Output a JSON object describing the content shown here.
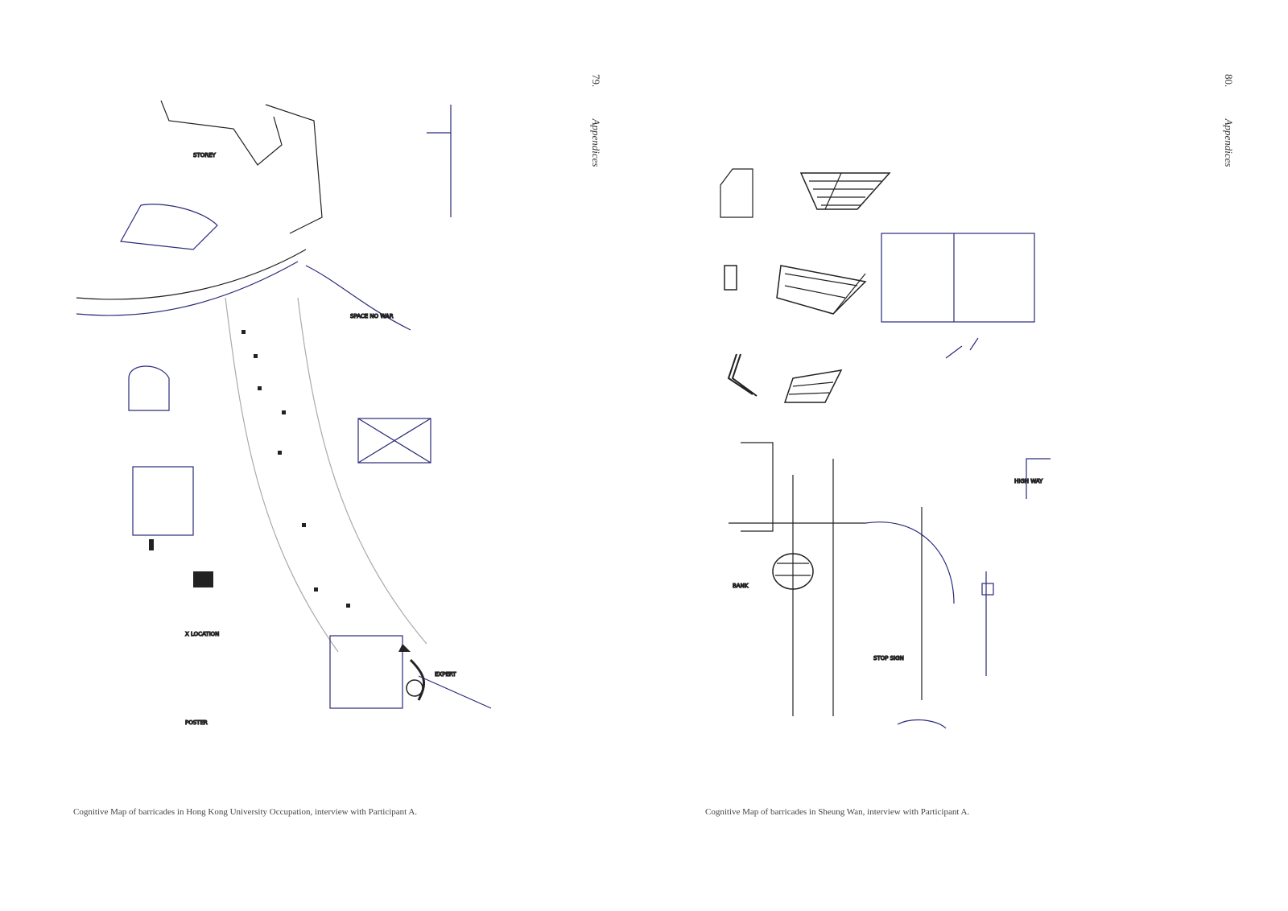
{
  "left_page": {
    "page_number": "79.",
    "section": "Appendices",
    "caption": "Cognitive Map of barricades in Hong Kong University Occupation, interview with Participant A.",
    "sketch_labels": [
      "STOREY",
      "SPACE NO WAR",
      "EXPERT",
      "POSTER",
      "X LOCATION"
    ]
  },
  "right_page": {
    "page_number": "80.",
    "section": "Appendices",
    "caption": "Cognitive Map of barricades in Sheung Wan, interview with Participant A.",
    "sketch_labels": [
      "BANK",
      "STOP SIGN",
      "HIGH WAY"
    ]
  },
  "colors": {
    "ink_blue": "#2a2a7a",
    "ink_black": "#222222"
  }
}
